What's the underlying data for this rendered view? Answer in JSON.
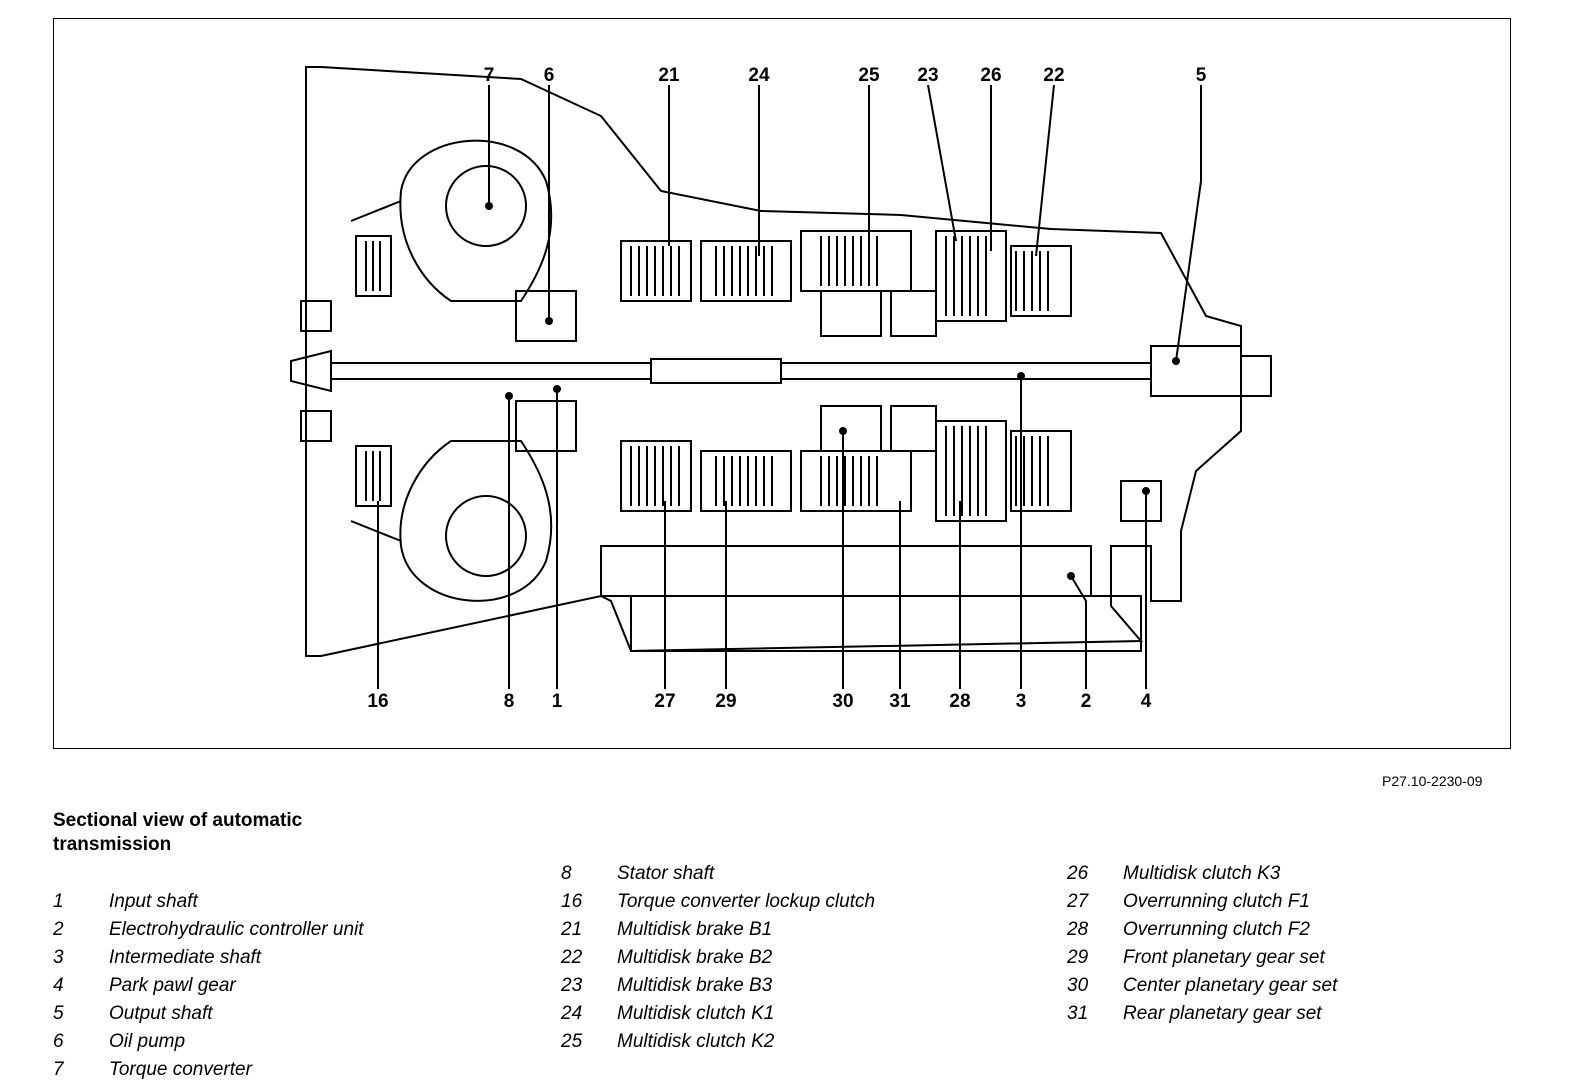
{
  "figure_ref": "P27.10-2230-09",
  "caption": "Sectional view of automatic transmission",
  "callouts_top": [
    "7",
    "6",
    "21",
    "24",
    "25",
    "23",
    "26",
    "22",
    "5"
  ],
  "callouts_bottom": [
    "16",
    "8",
    "1",
    "27",
    "29",
    "30",
    "31",
    "28",
    "3",
    "2",
    "4"
  ],
  "legend": [
    [
      {
        "num": "1",
        "text": "Input shaft"
      },
      {
        "num": "2",
        "text": "Electrohydraulic controller unit"
      },
      {
        "num": "3",
        "text": "Intermediate shaft"
      },
      {
        "num": "4",
        "text": "Park pawl gear"
      },
      {
        "num": "5",
        "text": "Output shaft"
      },
      {
        "num": "6",
        "text": "Oil pump"
      },
      {
        "num": "7",
        "text": "Torque converter"
      }
    ],
    [
      {
        "num": "8",
        "text": "Stator shaft"
      },
      {
        "num": "16",
        "text": "Torque converter lockup clutch"
      },
      {
        "num": "21",
        "text": "Multidisk brake B1"
      },
      {
        "num": "22",
        "text": "Multidisk brake B2"
      },
      {
        "num": "23",
        "text": "Multidisk brake B3"
      },
      {
        "num": "24",
        "text": "Multidisk clutch K1"
      },
      {
        "num": "25",
        "text": "Multidisk clutch K2"
      }
    ],
    [
      {
        "num": "26",
        "text": "Multidisk clutch K3"
      },
      {
        "num": "27",
        "text": "Overrunning clutch F1"
      },
      {
        "num": "28",
        "text": "Overrunning clutch F2"
      },
      {
        "num": "29",
        "text": "Front planetary gear set"
      },
      {
        "num": "30",
        "text": "Center planetary gear set"
      },
      {
        "num": "31",
        "text": "Rear planetary gear set"
      }
    ]
  ]
}
